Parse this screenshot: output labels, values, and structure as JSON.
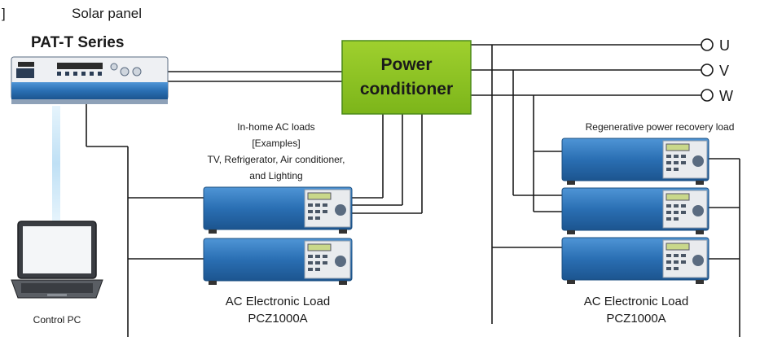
{
  "header": {
    "bracket": "]",
    "title": "Solar panel"
  },
  "solar_simulator": {
    "name": "PAT-T Series"
  },
  "power_conditioner": {
    "line1": "Power",
    "line2": "conditioner"
  },
  "phases": {
    "u": "U",
    "v": "V",
    "w": "W"
  },
  "inhome_loads": {
    "line1": "In-home AC loads",
    "line2": "[Examples]",
    "line3": "TV, Refrigerator, Air conditioner,",
    "line4": "and Lighting"
  },
  "regen_loads": {
    "caption": "Regenerative power recovery load"
  },
  "left_load_label": {
    "line1": "AC Electronic Load",
    "line2": "PCZ1000A"
  },
  "right_load_label": {
    "line1": "AC Electronic Load",
    "line2": "PCZ1000A"
  },
  "control_pc": {
    "label": "Control PC"
  },
  "colors": {
    "conditioner_fill": "#8dc21f",
    "conditioner_border": "#4c8a1a",
    "device_blue": "#2a6fb3",
    "device_panel": "#e9ebee",
    "lcd_green": "#c9d88a",
    "pc_link": "#bfe0f5",
    "wire": "#1a1a1a"
  }
}
